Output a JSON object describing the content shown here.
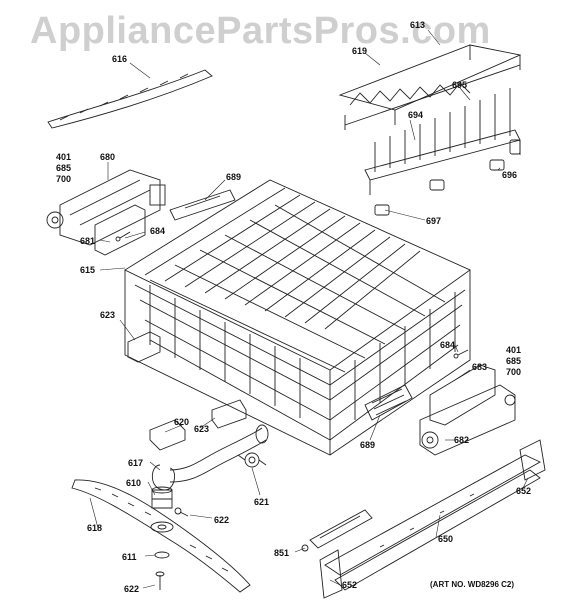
{
  "watermark": "AppliancePartsPros.com",
  "art_number": "(ART NO. WD8296 C2)",
  "callouts": {
    "p616": "616",
    "p613": "613",
    "p619": "619",
    "p695": "695",
    "p694": "694",
    "p696": "696",
    "p697": "697",
    "p401a": "401",
    "p685a": "685",
    "p700a": "700",
    "p680": "680",
    "p689a": "689",
    "p681": "681",
    "p684a": "684",
    "p615": "615",
    "p623a": "623",
    "p684b": "684",
    "p401b": "401",
    "p685b": "685",
    "p700b": "700",
    "p683": "683",
    "p620": "620",
    "p623b": "623",
    "p689b": "689",
    "p682": "682",
    "p617": "617",
    "p610": "610",
    "p621": "621",
    "p652a": "652",
    "p618": "618",
    "p622a": "622",
    "p650": "650",
    "p611": "611",
    "p851": "851",
    "p652b": "652",
    "p622b": "622"
  }
}
